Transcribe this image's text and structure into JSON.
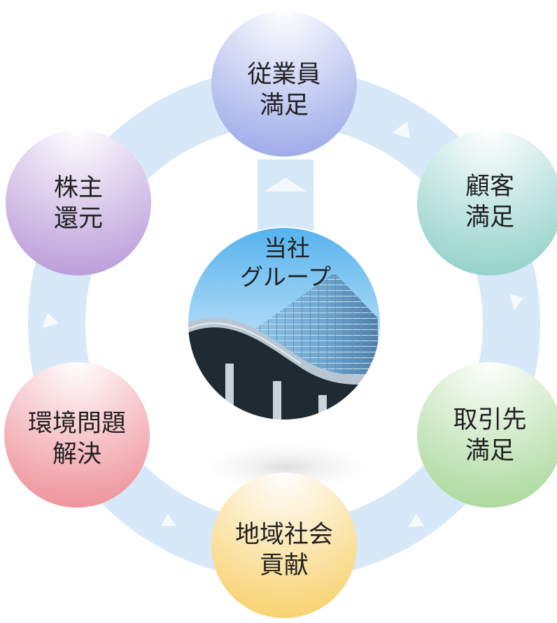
{
  "center": {
    "line1": "当社",
    "line2": "グループ"
  },
  "stakeholders": {
    "employee": {
      "line1": "従業員",
      "line2": "満足",
      "color": "#9aa8e8"
    },
    "customer": {
      "line1": "顧客",
      "line2": "満足",
      "color": "#8fd0c8"
    },
    "partner": {
      "line1": "取引先",
      "line2": "満足",
      "color": "#a9d89a"
    },
    "community": {
      "line1": "地域社会",
      "line2": "貢献",
      "color": "#f8d06a"
    },
    "environment": {
      "line1": "環境問題",
      "line2": "解決",
      "color": "#ee8f98"
    },
    "shareholder": {
      "line1": "株主",
      "line2": "還元",
      "color": "#b89ad8"
    }
  },
  "colors": {
    "ring": "#d7e9f8",
    "connector": "#d4e8f7"
  }
}
